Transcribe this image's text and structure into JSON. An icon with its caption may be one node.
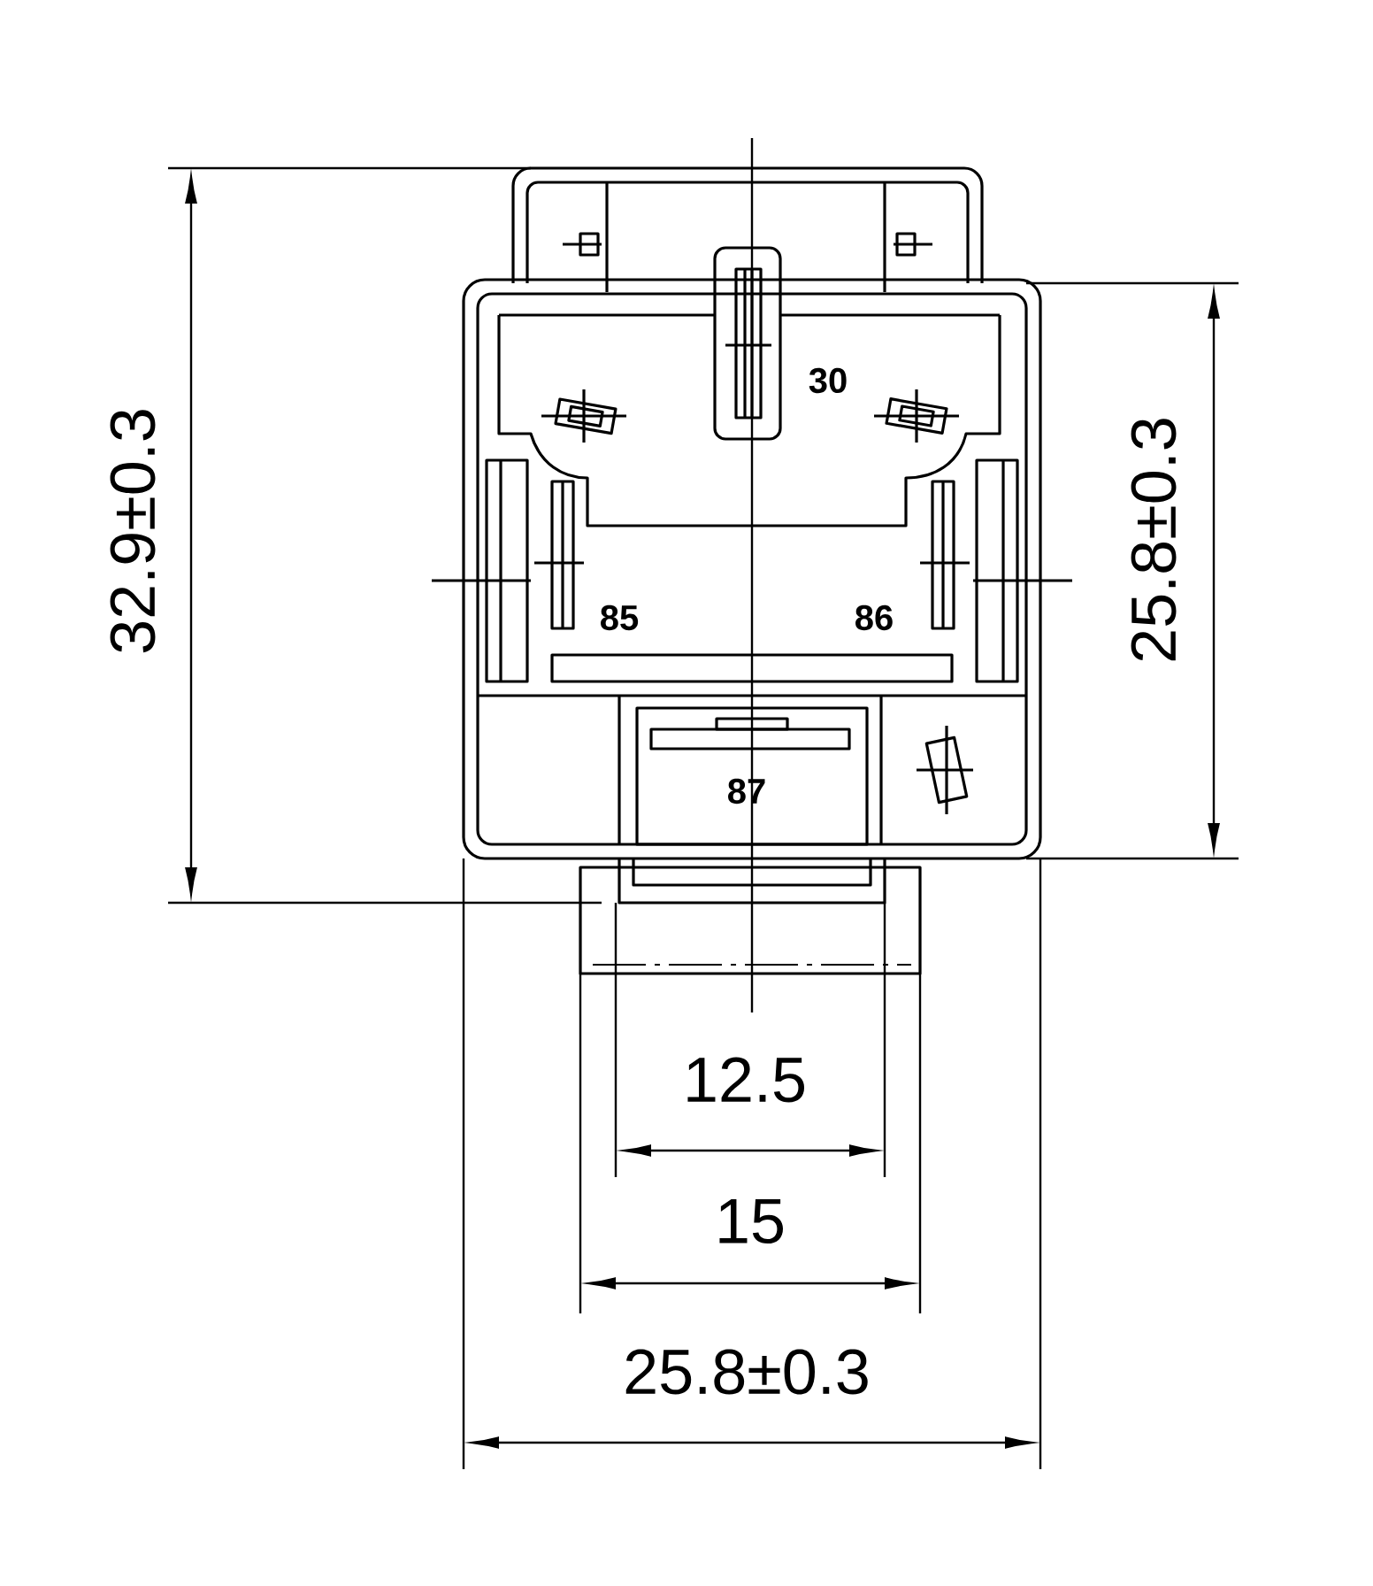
{
  "diagram": {
    "labels": [
      "30",
      "32.9±0.3",
      "25.8±0.3",
      "85",
      "86",
      "87",
      "12.5",
      "15",
      "25.8±0.3"
    ]
  }
}
